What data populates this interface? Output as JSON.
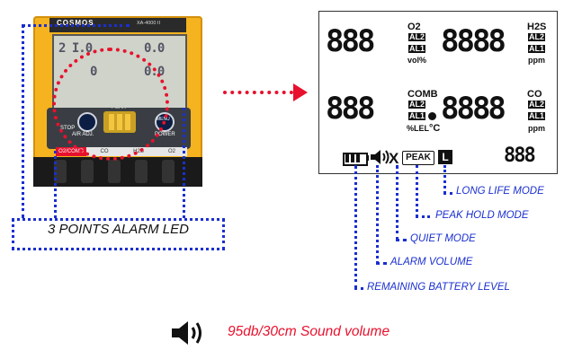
{
  "device": {
    "brand": "COSMOS",
    "model": "XA-4000 II",
    "screen_rows": [
      "2 I.0",
      "0.0",
      "0",
      "0.0"
    ],
    "buttons": {
      "left_label": "AIR ADJ.",
      "left_sub": "STOP",
      "center_label": "PEAK",
      "right_label": "POWER",
      "right_sub": "MENU"
    },
    "led_strip": [
      "O2/COMB",
      "CO",
      "H2S",
      "O2"
    ]
  },
  "led_box_label": "3 POINTS ALARM LED",
  "lcd": {
    "top_left_gas": "O2",
    "top_left_unit": "vol%",
    "top_right_gas": "H2S",
    "top_right_unit": "ppm",
    "mid_left_gas": "COMB",
    "mid_left_unit": "%LEL",
    "mid_temp": "°C",
    "mid_right_gas": "CO",
    "mid_right_unit": "ppm",
    "al2": "AL2",
    "al1": "AL1",
    "peak": "PEAK",
    "long_life_icon": "L",
    "quiet_icon": "X"
  },
  "callouts": [
    "LONG LIFE MODE",
    "PEAK HOLD MODE",
    "QUIET MODE",
    "ALARM VOLUME",
    "REMAINING BATTERY LEVEL"
  ],
  "sound_text": "95db/30cm Sound volume",
  "colors": {
    "accent_red": "#e8112d",
    "accent_blue": "#1a2fcf",
    "device_yellow": "#f4b31f"
  }
}
